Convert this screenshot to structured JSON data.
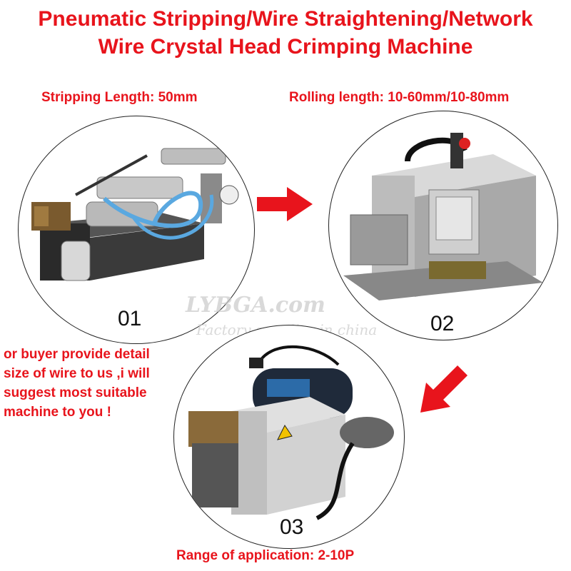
{
  "title": {
    "line1": "Pneumatic Stripping/Wire Straightening/Network",
    "line2": "Wire Crystal Head Crimping Machine"
  },
  "steps": [
    {
      "label": "Stripping Length: 50mm",
      "number": "01",
      "image": "pneumatic-stripping-machine"
    },
    {
      "label": "Rolling length: 10-60mm/10-80mm",
      "number": "02",
      "image": "wire-straightening-machine"
    },
    {
      "label": "Range of application: 2-10P",
      "number": "03",
      "image": "crystal-head-crimping-machine"
    }
  ],
  "note": {
    "line1": "or buyer provide detail",
    "line2": "size of wire to us ,i will",
    "line3": "suggest most suitable",
    "line4": "machine to you !"
  },
  "watermark": {
    "line1": "LYBGA.com",
    "line2": "Factory supplier in china"
  },
  "colors": {
    "accent": "#e8141c",
    "arrow": "#e8141c"
  }
}
